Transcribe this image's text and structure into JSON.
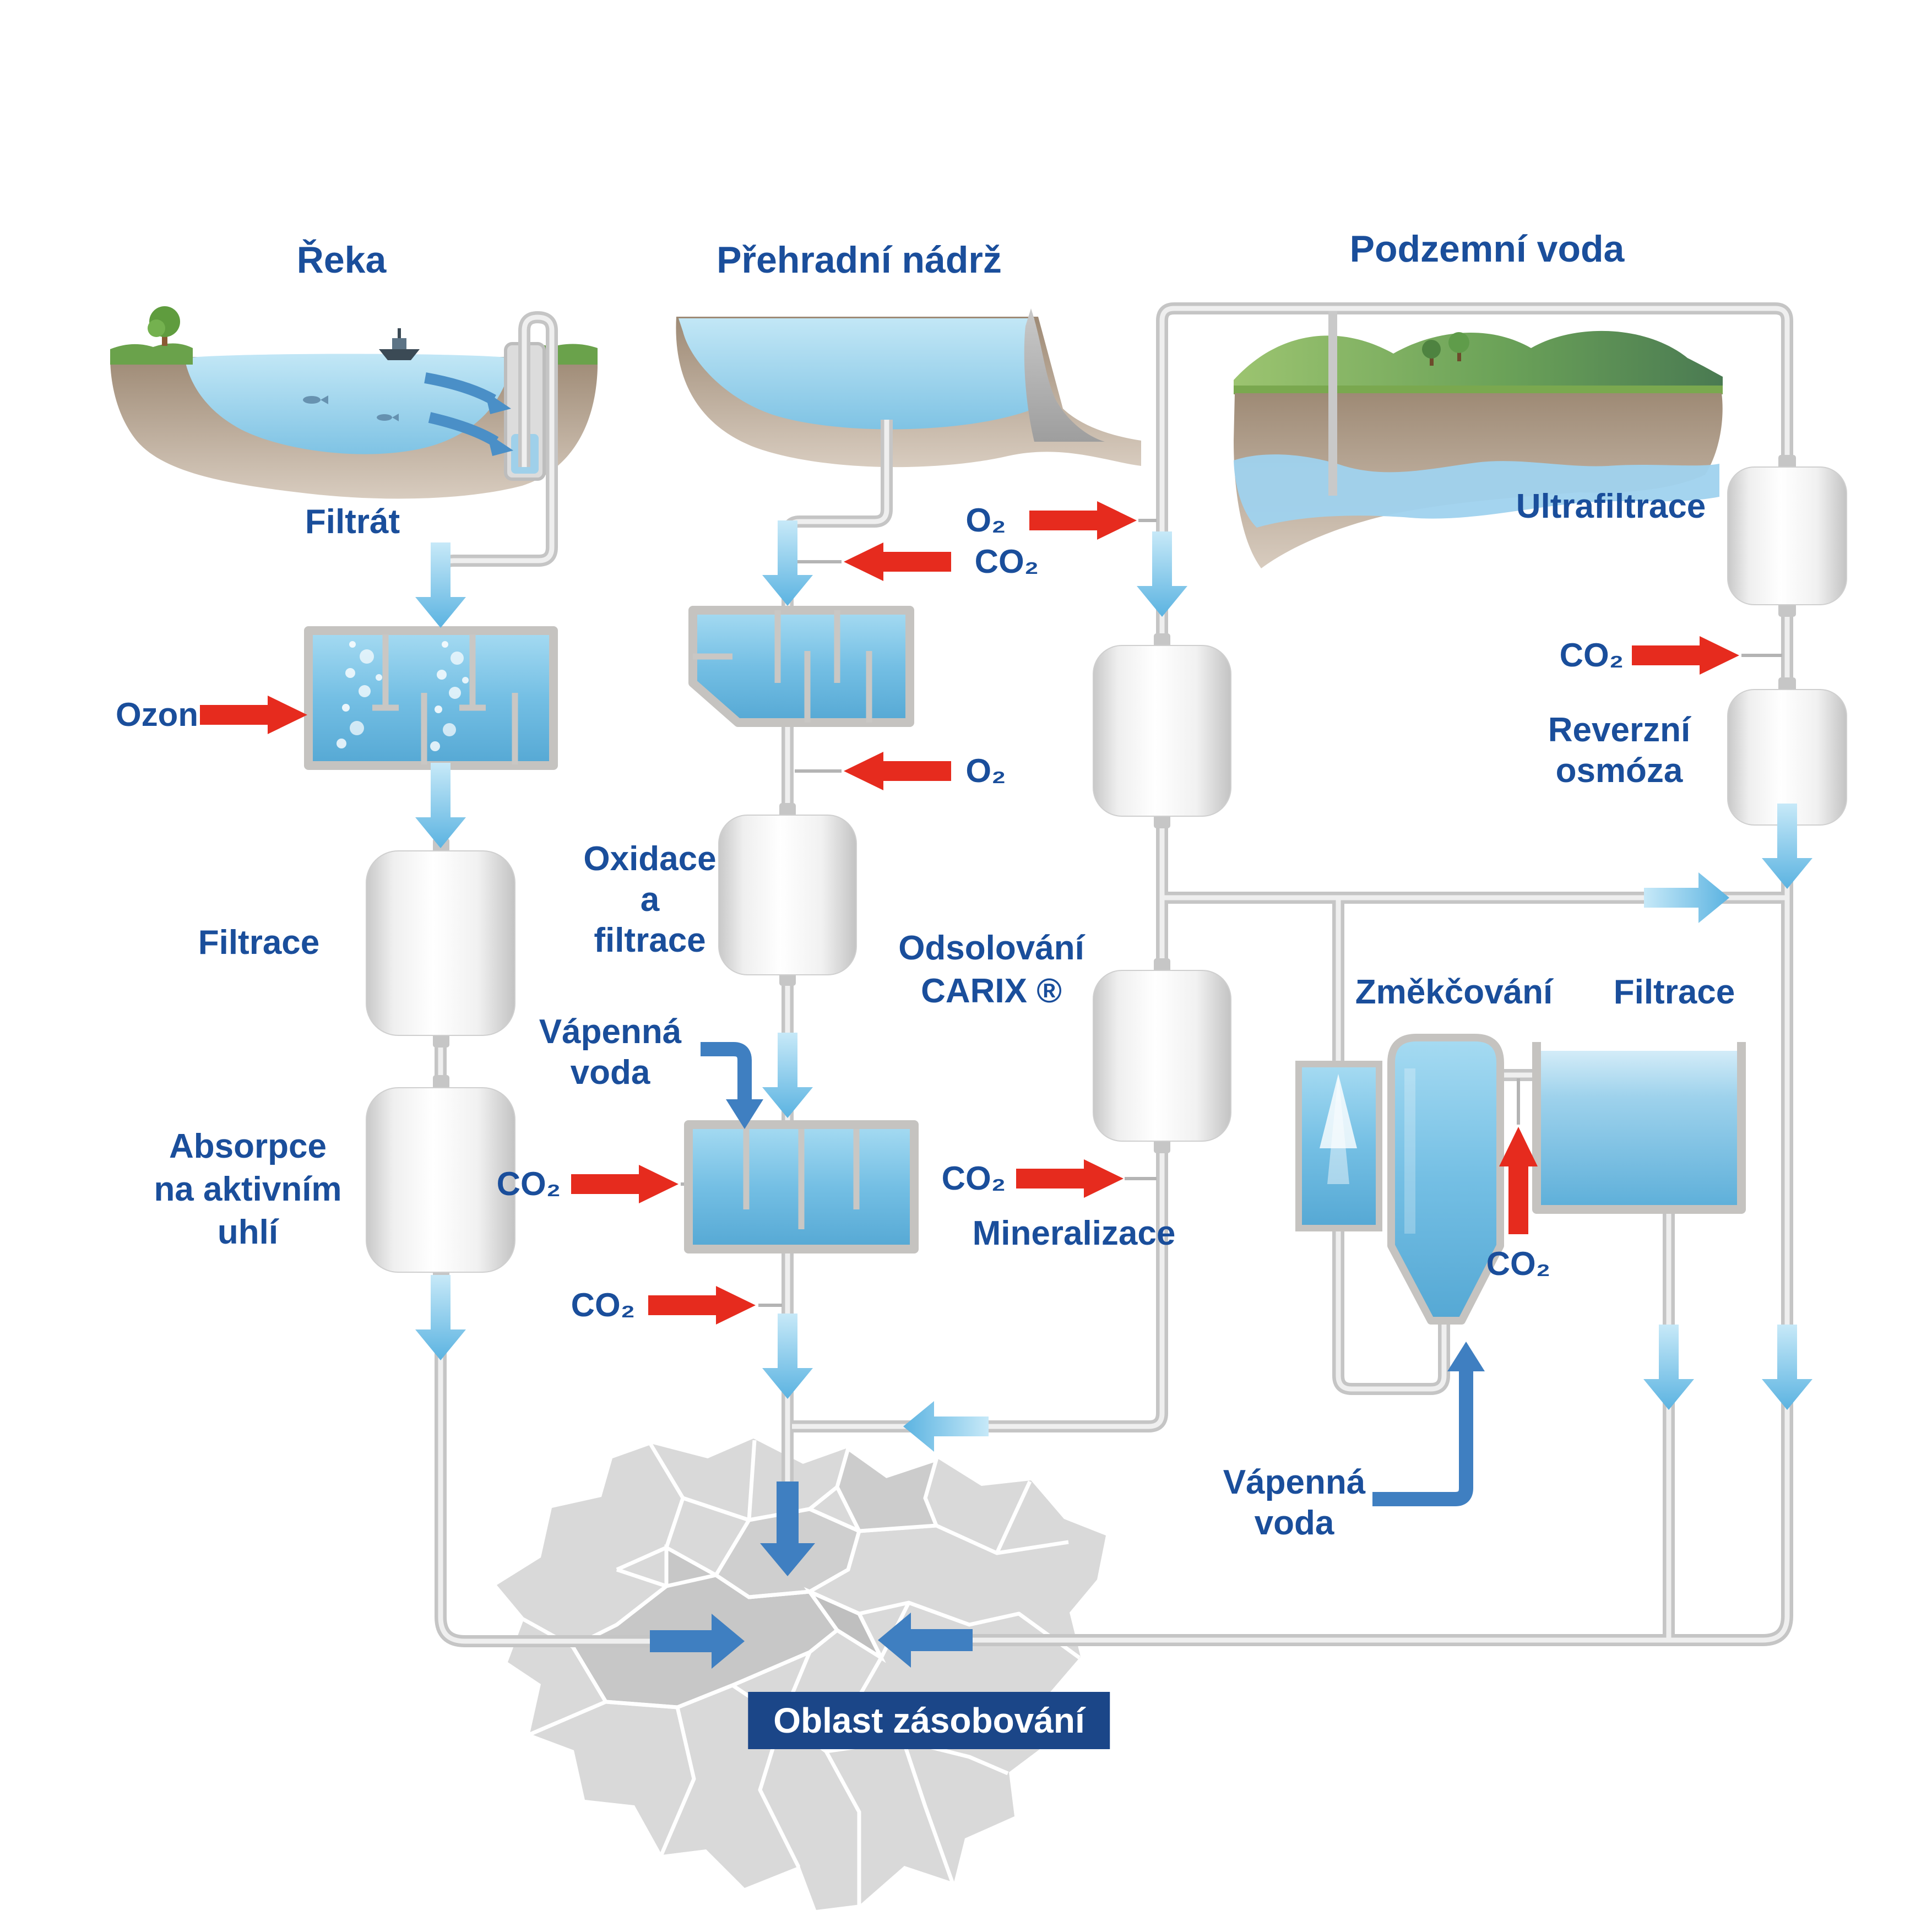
{
  "diagram": {
    "sources": {
      "river": "Řeka",
      "reservoir": "Přehradní nádrž",
      "groundwater": "Podzemní voda"
    },
    "stages": {
      "filtrat": "Filtrát",
      "filtrace_left": "Filtrace",
      "absorpce_l1": "Absorpce",
      "absorpce_l2": "na aktivním",
      "absorpce_l3": "uhlí",
      "oxidace_l1": "Oxidace",
      "oxidace_l2": "a",
      "oxidace_l3": "filtrace",
      "vapenna_l1": "Vápenná",
      "vapenna_l2": "voda",
      "mineralizace": "Mineralizace",
      "odsolovani_l1": "Odsolování",
      "odsolovani_l2": "CARIX ®",
      "ultrafiltrace": "Ultrafiltrace",
      "reverzni_l1": "Reverzní",
      "reverzni_l2": "osmóza",
      "zmekcovani": "Změkčování",
      "filtrace_right": "Filtrace"
    },
    "gases": {
      "co2": "CO₂",
      "o2": "O₂",
      "ozon": "Ozon"
    },
    "supply_area": "Oblast zásobování",
    "colors": {
      "label_blue": "#1a4e9b",
      "red": "#e62b1e",
      "flow_blue": "#7cc4e8",
      "accent_blue": "#3f7fc1",
      "pipe_gray": "#c6c6c6",
      "water_blue": "#74bfe4",
      "badge_bg": "#1b4688",
      "map_gray": "#d9d9d9"
    }
  }
}
